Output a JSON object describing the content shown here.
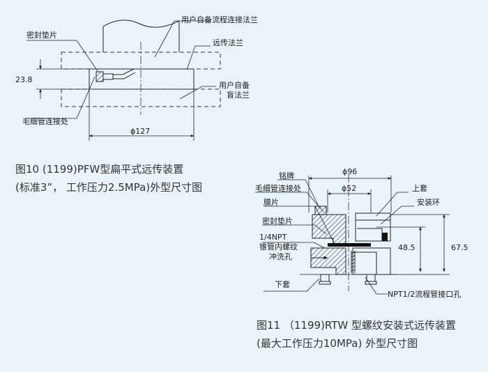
{
  "fig10": {
    "labels": {
      "user_flange": "用户自备流程连接法兰",
      "remote_flange": "远传法兰",
      "blind_flange_line1": "用户自备",
      "blind_flange_line2": "盲法兰",
      "seal_gasket": "密封垫片",
      "capillary": "毛细管连接处"
    },
    "dims": {
      "height": "23.8",
      "diameter": "ϕ127"
    },
    "caption_line1": "图10 (1199)PFW型扁平式远传装置",
    "caption_line2": "(标准3”， 工作压力2.5MPa)外型尺寸图"
  },
  "fig11": {
    "labels": {
      "nameplate": "铭牌",
      "capillary": "毛细管连接处",
      "diaphragm": "膜片",
      "seal_gasket": "密封垫片",
      "npt_line1": "1/4NPT",
      "npt_line2": "锥管内螺纹",
      "npt_line3": "冲洗孔",
      "lower_sleeve": "下套",
      "upper_sleeve": "上套",
      "mount_ring": "安装环",
      "npt_half": "NPT1/2流程管接口孔"
    },
    "dims": {
      "d96": "ϕ96",
      "d52": "ϕ52",
      "h48": "48.5",
      "h67": "67.5"
    },
    "caption_line1": "图11 （1199)RTW 型螺纹安装式远传装置",
    "caption_line2": "(最大工作压力10MPa) 外型尺寸图"
  }
}
